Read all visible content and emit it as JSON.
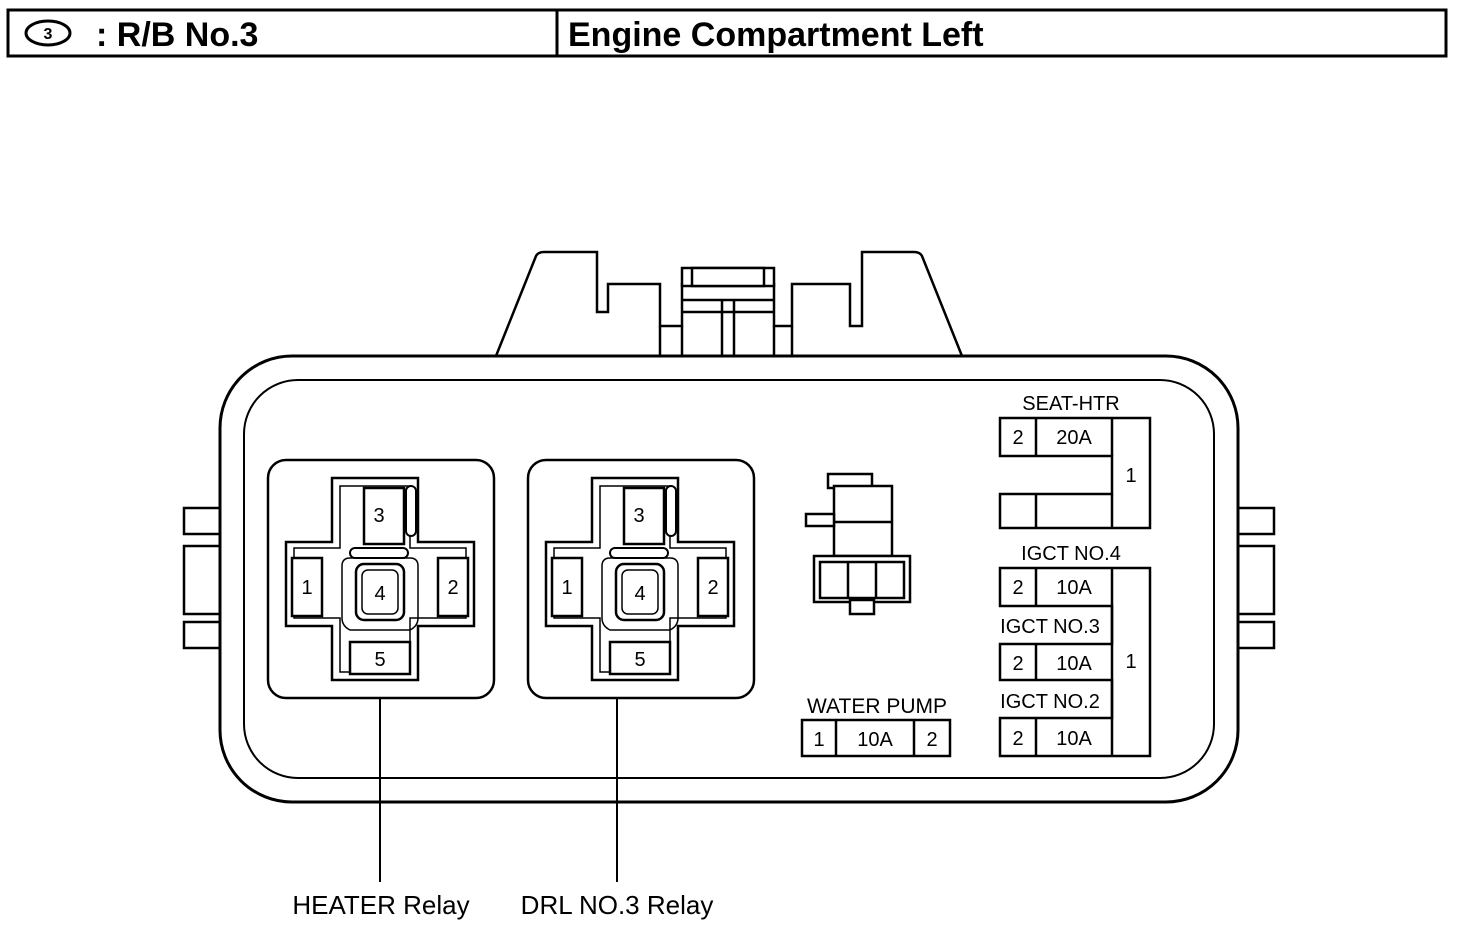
{
  "header": {
    "badge": "3",
    "left_title": ": R/B No.3",
    "right_title": "Engine Compartment Left"
  },
  "relays": [
    {
      "name": "HEATER Relay",
      "terminals": {
        "t1": "1",
        "t2": "2",
        "t3": "3",
        "t4": "4",
        "t5": "5"
      }
    },
    {
      "name": "DRL NO.3 Relay",
      "terminals": {
        "t1": "1",
        "t2": "2",
        "t3": "3",
        "t4": "4",
        "t5": "5"
      }
    }
  ],
  "fuses": {
    "water_pump": {
      "label": "WATER PUMP",
      "pin_left": "1",
      "rating": "10A",
      "pin_right": "2"
    },
    "seat_htr": {
      "label": "SEAT-HTR",
      "pin": "2",
      "rating": "20A",
      "common_pin": "1"
    },
    "igct_group": {
      "common_pin": "1",
      "items": [
        {
          "label": "IGCT NO.4",
          "pin": "2",
          "rating": "10A"
        },
        {
          "label": "IGCT NO.3",
          "pin": "2",
          "rating": "10A"
        },
        {
          "label": "IGCT NO.2",
          "pin": "2",
          "rating": "10A"
        }
      ]
    }
  }
}
